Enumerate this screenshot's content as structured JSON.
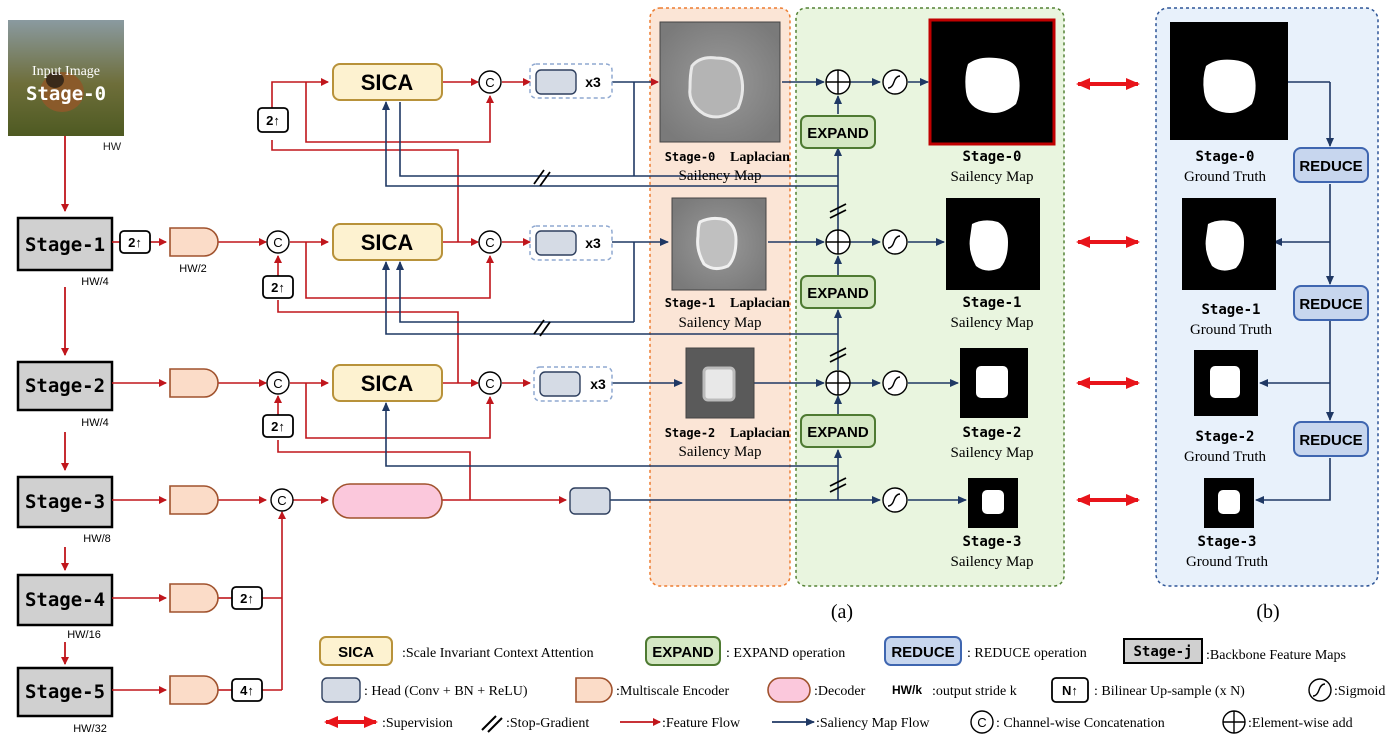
{
  "input": {
    "title": "Input Image",
    "stage": "Stage-0",
    "stride": "HW"
  },
  "backbone": [
    {
      "label": "Stage-1",
      "stride": "HW/4"
    },
    {
      "label": "Stage-2",
      "stride": "HW/4"
    },
    {
      "label": "Stage-3",
      "stride": "HW/8"
    },
    {
      "label": "Stage-4",
      "stride": "HW/16"
    },
    {
      "label": "Stage-5",
      "stride": "HW/32"
    }
  ],
  "encoder_stride": "HW/2",
  "upsample": {
    "x2": "2↑",
    "x4": "4↑"
  },
  "concat_symbol": "C",
  "sica_label": "SICA",
  "head_repeat": "x3",
  "expand_label": "EXPAND",
  "reduce_label": "REDUCE",
  "laplacian": [
    {
      "stage": "Stage-0",
      "word": "Laplacian",
      "sub": "Sailency Map"
    },
    {
      "stage": "Stage-1",
      "word": "Laplacian",
      "sub": "Sailency Map"
    },
    {
      "stage": "Stage-2",
      "word": "Laplacian",
      "sub": "Sailency Map"
    }
  ],
  "saliency": [
    {
      "stage": "Stage-0",
      "sub": "Sailency Map"
    },
    {
      "stage": "Stage-1",
      "sub": "Sailency Map"
    },
    {
      "stage": "Stage-2",
      "sub": "Sailency Map"
    },
    {
      "stage": "Stage-3",
      "sub": "Sailency Map"
    }
  ],
  "ground_truth": [
    {
      "stage": "Stage-0",
      "sub": "Ground Truth"
    },
    {
      "stage": "Stage-1",
      "sub": "Ground Truth"
    },
    {
      "stage": "Stage-2",
      "sub": "Ground Truth"
    },
    {
      "stage": "Stage-3",
      "sub": "Ground Truth"
    }
  ],
  "panel_labels": {
    "a": "(a)",
    "b": "(b)"
  },
  "legend": {
    "sica": ":Scale Invariant Context Attention",
    "expand": ": EXPAND operation",
    "reduce": ": REDUCE operation",
    "stage_j": "Stage-j",
    "backbone": ":Backbone Feature Maps",
    "head": ": Head (Conv + BN + ReLU)",
    "encoder": ":Multiscale Encoder",
    "decoder": ":Decoder",
    "hwk": "HW/k",
    "stride": ":output stride k",
    "n_up": "N↑",
    "bilinear": ": Bilinear Up-sample (x N)",
    "sigmoid": ":Sigmoid",
    "supervision": ":Supervision",
    "stop_gradient": ":Stop-Gradient",
    "feature_flow": ":Feature Flow",
    "saliency_flow": ":Saliency Map Flow",
    "concat": ": Channel-wise Concatenation",
    "add": ":Element-wise add"
  },
  "colors": {
    "feature_flow": "#c0161c",
    "saliency_flow": "#1f3864",
    "supervision": "#e8141a",
    "sica_fill": "#fdf2d0",
    "sica_stroke": "#b8923a",
    "expand_fill": "#d5e8c4",
    "expand_stroke": "#4e7a32",
    "reduce_fill": "#c7d6ee",
    "reduce_stroke": "#3f66b0",
    "encoder_fill": "#fbdcc8",
    "encoder_stroke": "#a0522d",
    "decoder_fill": "#fbc8dc",
    "head_fill": "#d5dbe5",
    "stage_fill": "#d0d0d0",
    "panel_orange_fill": "#fbe5d6",
    "panel_orange_stroke": "#ed7d31",
    "panel_green_fill": "#e9f5df",
    "panel_green_stroke": "#548235",
    "panel_blue_fill": "#e8f1fb",
    "panel_blue_stroke": "#2e5597"
  }
}
